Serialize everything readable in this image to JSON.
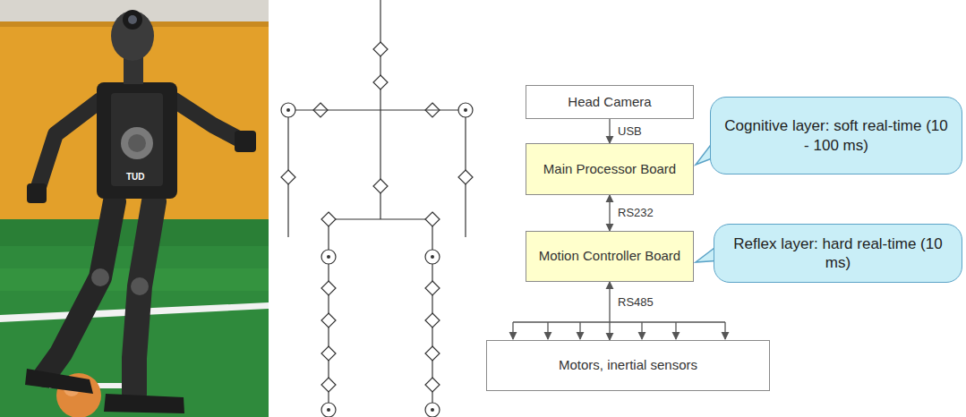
{
  "diagram": {
    "nodes": [
      {
        "text": [
          "Head Camera"
        ]
      },
      {
        "text": [
          "Main Processor Board"
        ]
      },
      {
        "text": [
          "Motion Controller Board"
        ]
      },
      {
        "text": [
          "Motors, inertial sensors"
        ]
      },
      {
        "text": [
          "Cognitive layer: soft real-time (10 - 100 ms)"
        ]
      },
      {
        "text": [
          "Reflex layer: hard real-time (10 ms)"
        ]
      }
    ],
    "edges": [
      {
        "from": 0,
        "to": 1,
        "label": "USB",
        "arrow": "to"
      },
      {
        "from": 1,
        "to": 2,
        "label": "RS232",
        "arrow": "both"
      },
      {
        "from": 2,
        "to": 3,
        "label": "RS485",
        "arrow": "both"
      }
    ],
    "labels": [
      "TUD"
    ]
  }
}
